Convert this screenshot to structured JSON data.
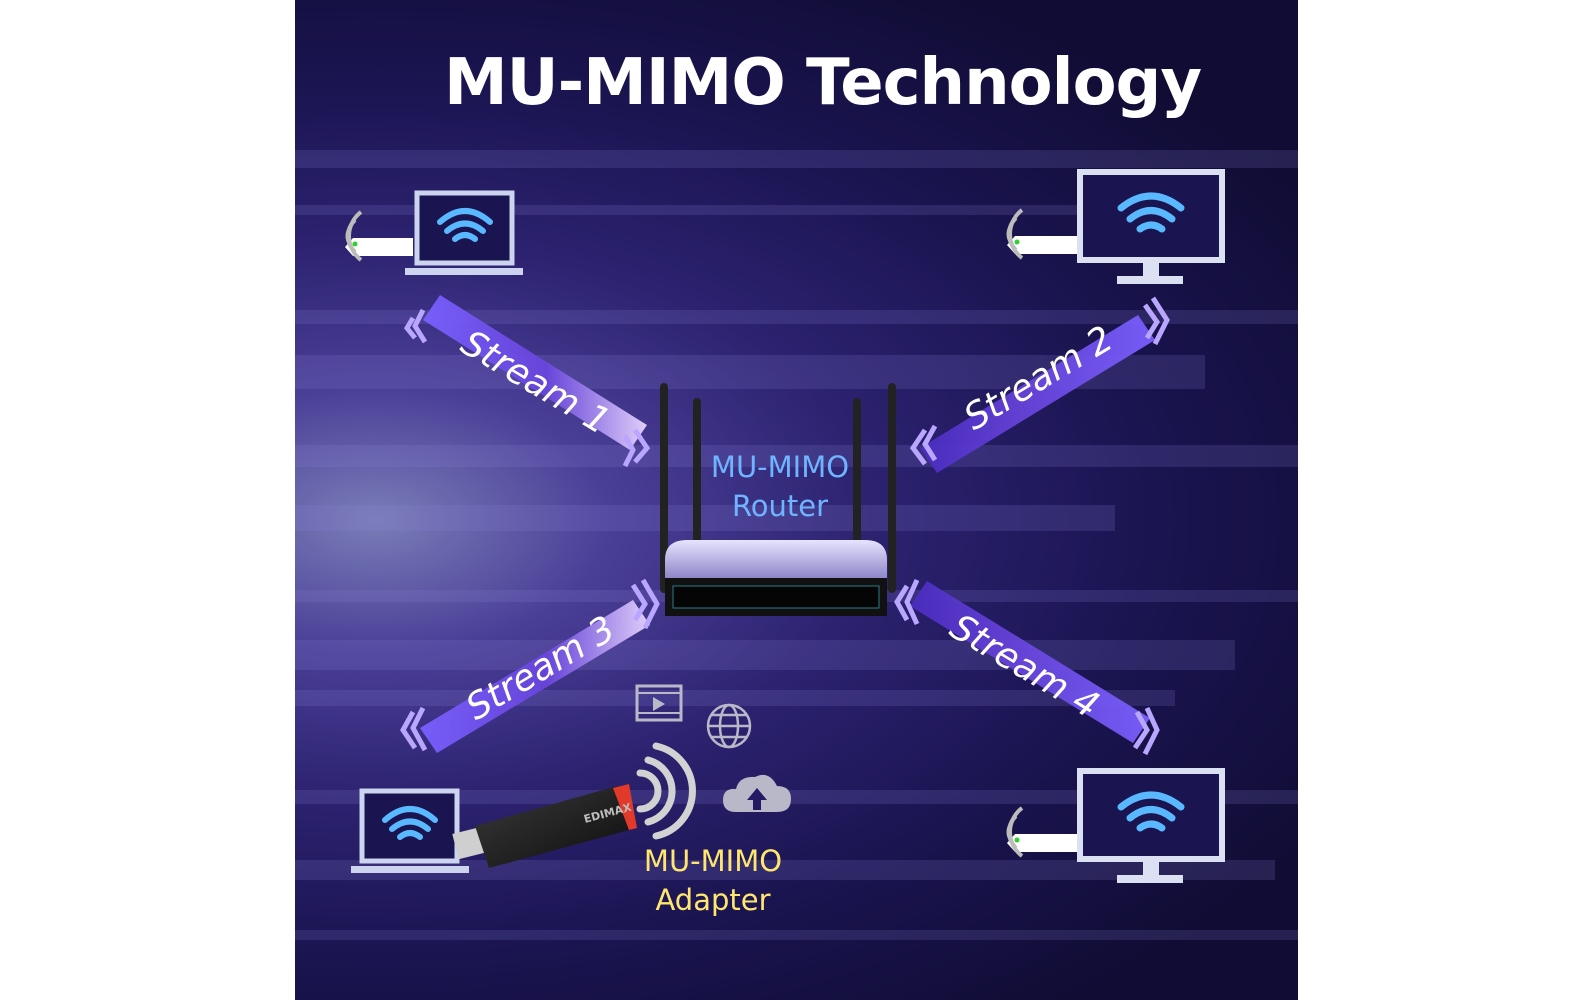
{
  "title": "MU-MIMO Technology",
  "router": {
    "line1": "MU-MIMO",
    "line2": "Router"
  },
  "adapter": {
    "line1": "MU-MIMO",
    "line2": "Adapter",
    "brand": "EDIMAX"
  },
  "streams": [
    "Stream 1",
    "Stream 2",
    "Stream 3",
    "Stream 4"
  ],
  "colors": {
    "router_label": "#6fb4ff",
    "adapter_label": "#ffe66e",
    "wifi_icon": "#5ab8ff",
    "stream_band": "#7b5cff"
  },
  "icons": [
    "laptop-icon",
    "monitor-icon",
    "wifi-icon",
    "usb-dongle-icon",
    "film-icon",
    "globe-icon",
    "cloud-upload-icon",
    "router-icon"
  ]
}
